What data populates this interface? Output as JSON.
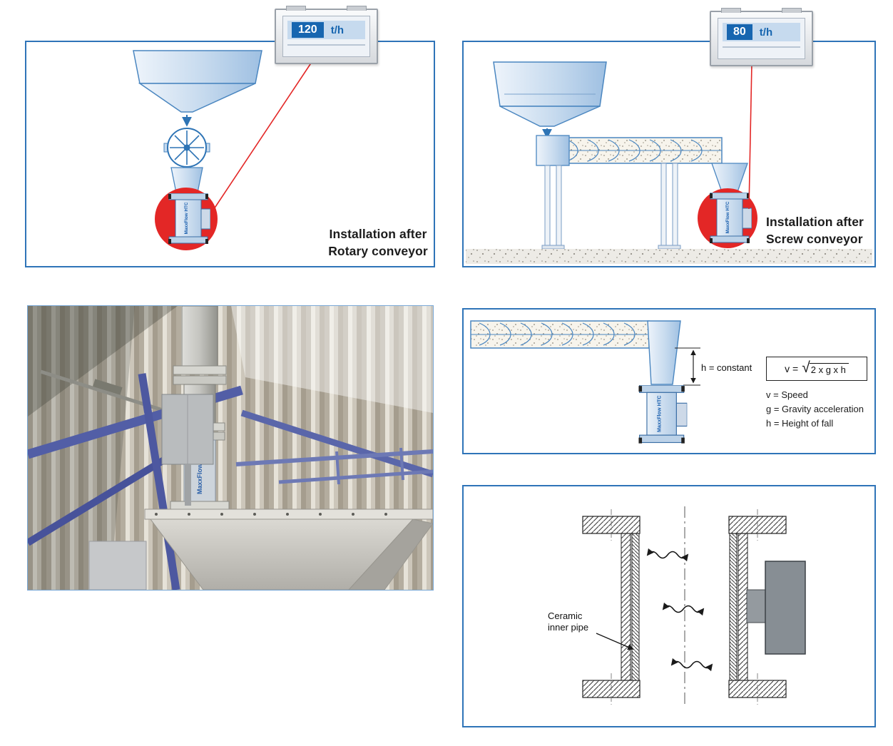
{
  "device_label": "MaxxFlow HTC",
  "rotary": {
    "caption_line1": "Installation after",
    "caption_line2": "Rotary conveyor",
    "display": {
      "value": "120",
      "unit": "t/h"
    }
  },
  "screw": {
    "caption_line1": "Installation after",
    "caption_line2": "Screw conveyor",
    "display": {
      "value": "80",
      "unit": "t/h"
    }
  },
  "physics": {
    "h_label": "h = constant",
    "formula": {
      "lhs": "v =",
      "radical": "√",
      "radicand": "2 x g x h"
    },
    "legend": [
      "v = Speed",
      "g = Gravity acceleration",
      "h = Height of fall"
    ]
  },
  "cross_section": {
    "label_line1": "Ceramic",
    "label_line2": "inner pipe"
  },
  "colors": {
    "panel-border": "#2f74b8",
    "accent-red": "#e32726",
    "display-blue": "#1766b0",
    "diagram-blue": "#4a86c0",
    "diagram-fill": "#c6daee"
  }
}
